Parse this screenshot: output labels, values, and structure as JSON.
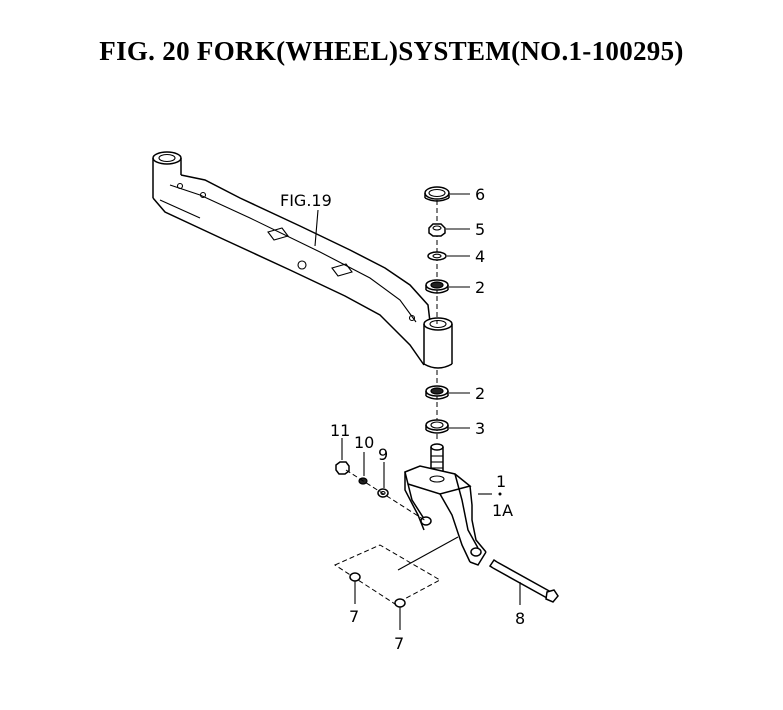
{
  "title": "FIG. 20  FORK(WHEEL)SYSTEM(NO.1-100295)",
  "callouts": {
    "fig_ref": "FIG.19",
    "p6": "6",
    "p5": "5",
    "p4": "4",
    "p2a": "2",
    "p2b": "2",
    "p3": "3",
    "p1": "1",
    "p1a": "1A",
    "p11": "11",
    "p10": "10",
    "p9": "9",
    "p7a": "7",
    "p7b": "7",
    "p8": "8"
  }
}
